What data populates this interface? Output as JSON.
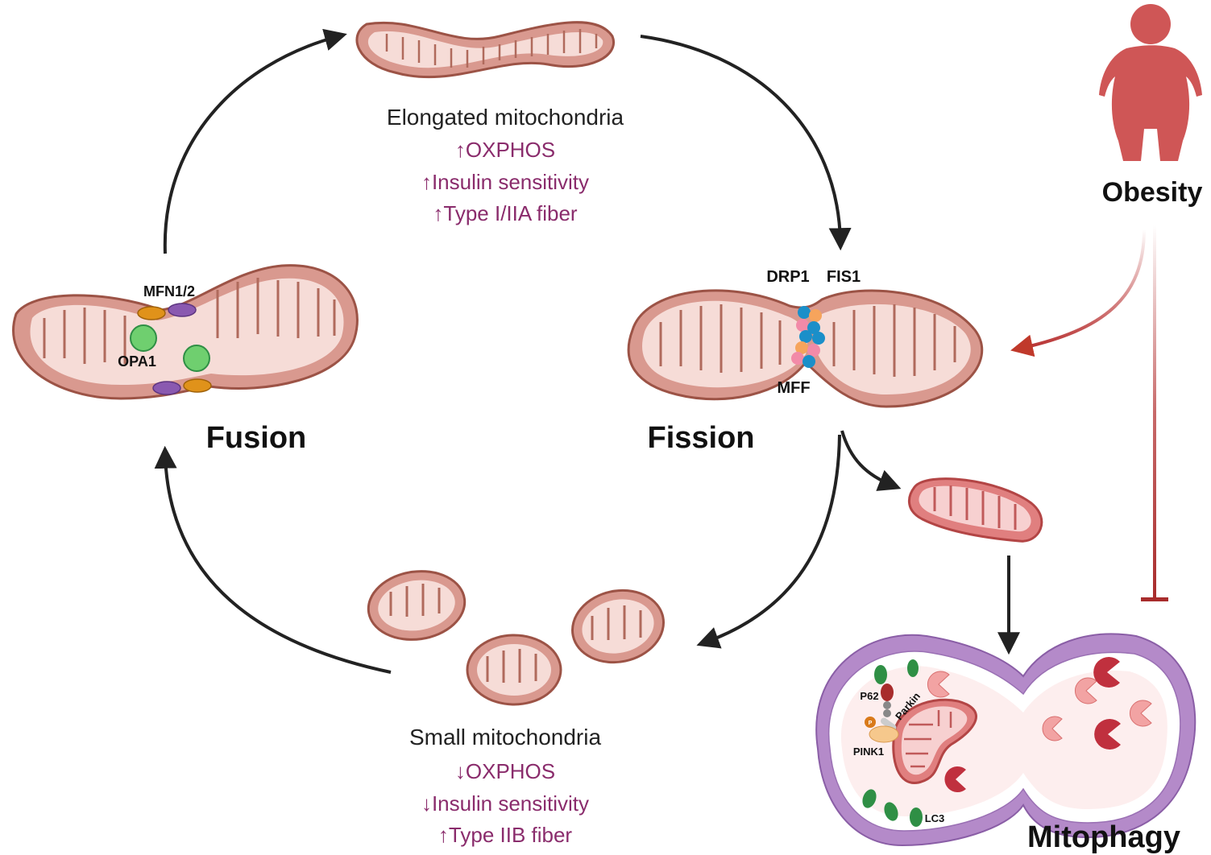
{
  "labels": {
    "elongated_title": "Elongated mitochondria",
    "elongated_effects": [
      "↑OXPHOS",
      "↑Insulin sensitivity",
      "↑Type I/IIA fiber"
    ],
    "small_title": "Small mitochondria",
    "small_effects": [
      "↓OXPHOS",
      "↓Insulin sensitivity",
      "↑Type IIB fiber"
    ],
    "fusion": "Fusion",
    "fission": "Fission",
    "obesity": "Obesity",
    "mitophagy": "Mitophagy",
    "fusion_proteins": {
      "mfn": "MFN1/2",
      "opa": "OPA1"
    },
    "fission_proteins": {
      "drp1": "DRP1",
      "fis1": "FIS1",
      "mff": "MFF"
    },
    "mitophagy_proteins": {
      "p62": "P62",
      "parkin": "Parkin",
      "pink1": "PINK1",
      "lc3": "LC3",
      "p": "P"
    }
  },
  "colors": {
    "mito_fill": "#d9998f",
    "mito_outline": "#9c5346",
    "mito_inner": "#f6dcd7",
    "damaged_fill": "#e07f7f",
    "damaged_outline": "#b34545",
    "effect_text": "#8a2c6c",
    "obesity": "#cf5656",
    "inhibit": "#a82c2c",
    "arrow": "#222222",
    "membrane": "#b48ac9",
    "green_protein": "#2f8f45",
    "orange_protein": "#e0921a",
    "purple_protein": "#8a59b0",
    "blue_protein": "#1b8fc9",
    "pink_protein": "#f28aa8",
    "lysosome": "#c0303e"
  }
}
